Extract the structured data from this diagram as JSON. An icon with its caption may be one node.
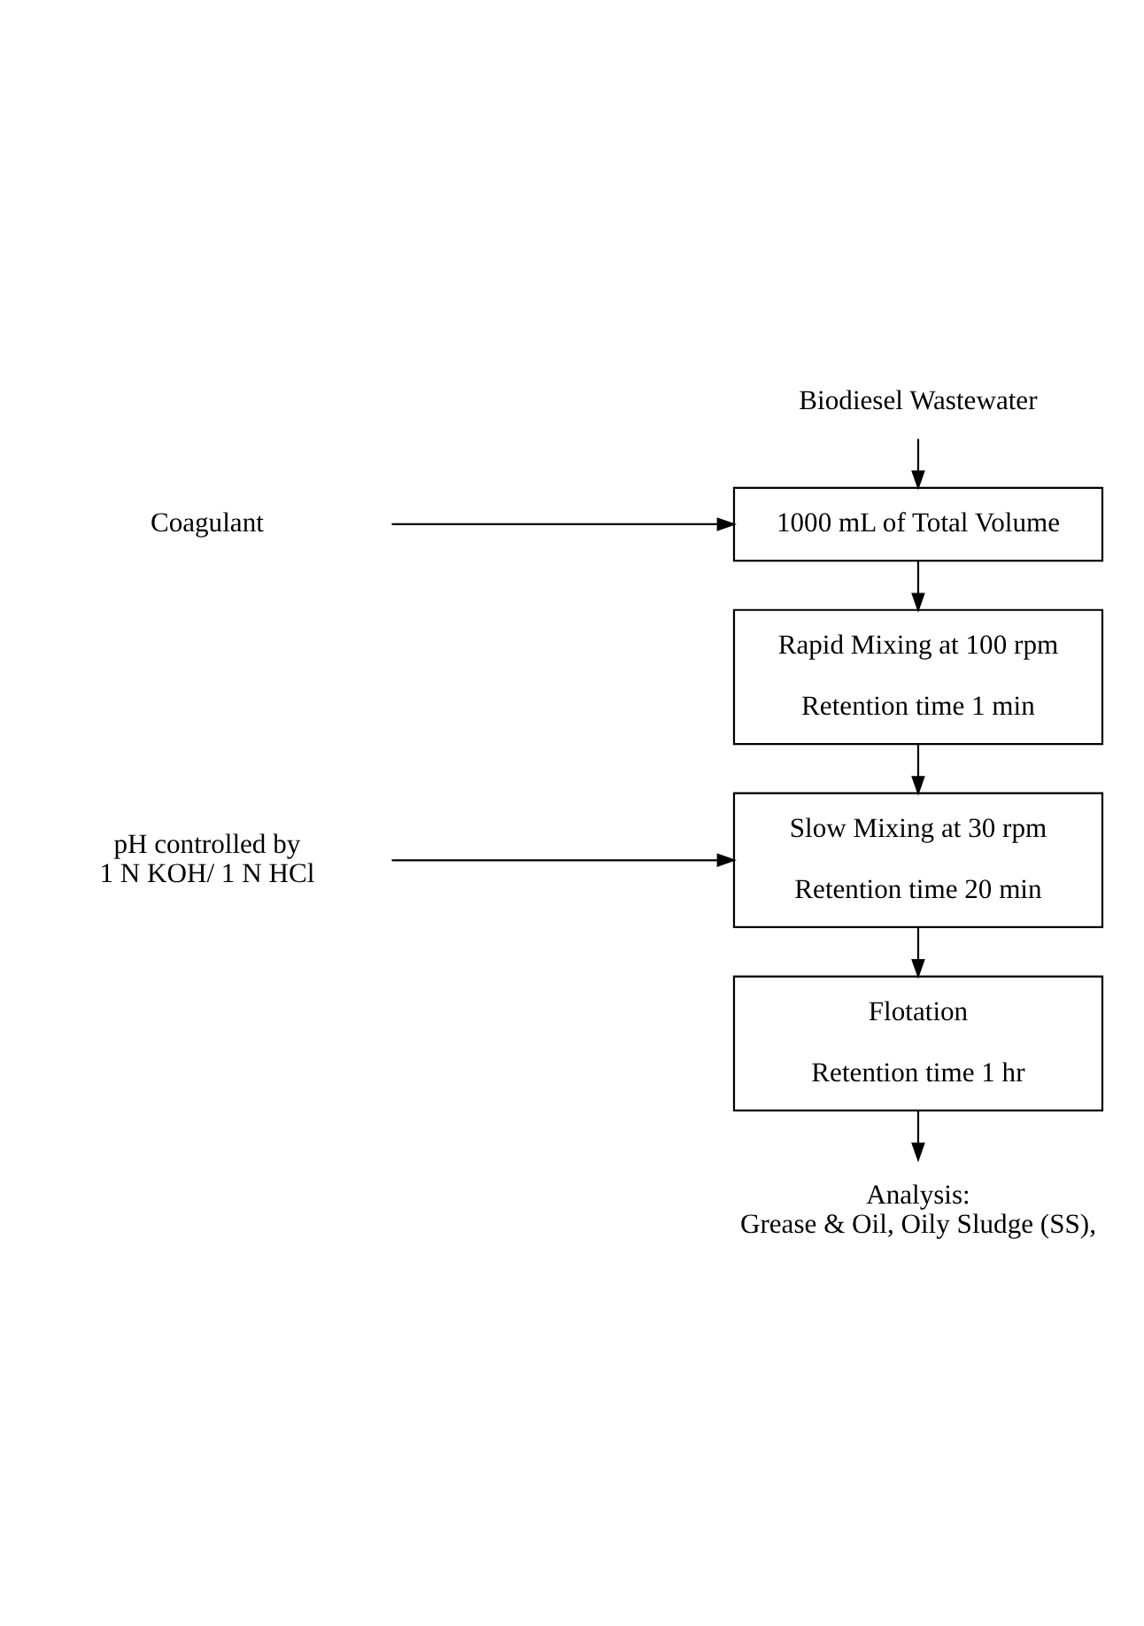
{
  "diagram": {
    "nodes": [
      {
        "text": [
          "Biodiesel Wastewater"
        ]
      },
      {
        "text": [
          "Coagulant"
        ]
      },
      {
        "text": [
          "1000 mL of Total Volume"
        ]
      },
      {
        "text": [
          "Rapid Mixing at 100 rpm",
          "Retention time 1 min"
        ]
      },
      {
        "text": [
          "pH controlled by",
          "1 N KOH/ 1 N HCl"
        ]
      },
      {
        "text": [
          "Slow Mixing at 30 rpm",
          "Retention time 20 min"
        ]
      },
      {
        "text": [
          "Flotation",
          "Retention time 1 hr"
        ]
      },
      {
        "text": [
          "Analysis:",
          "Grease & Oil, Oily Sludge (SS),"
        ]
      }
    ],
    "edges": [
      {
        "from": 0,
        "to": 2,
        "arrow": "to"
      },
      {
        "from": 1,
        "to": 2,
        "arrow": "to"
      },
      {
        "from": 2,
        "to": 3,
        "arrow": "to"
      },
      {
        "from": 3,
        "to": 5,
        "arrow": "to"
      },
      {
        "from": 4,
        "to": 5,
        "arrow": "to"
      },
      {
        "from": 5,
        "to": 6,
        "arrow": "to"
      },
      {
        "from": 6,
        "to": 7,
        "arrow": "to"
      }
    ]
  }
}
